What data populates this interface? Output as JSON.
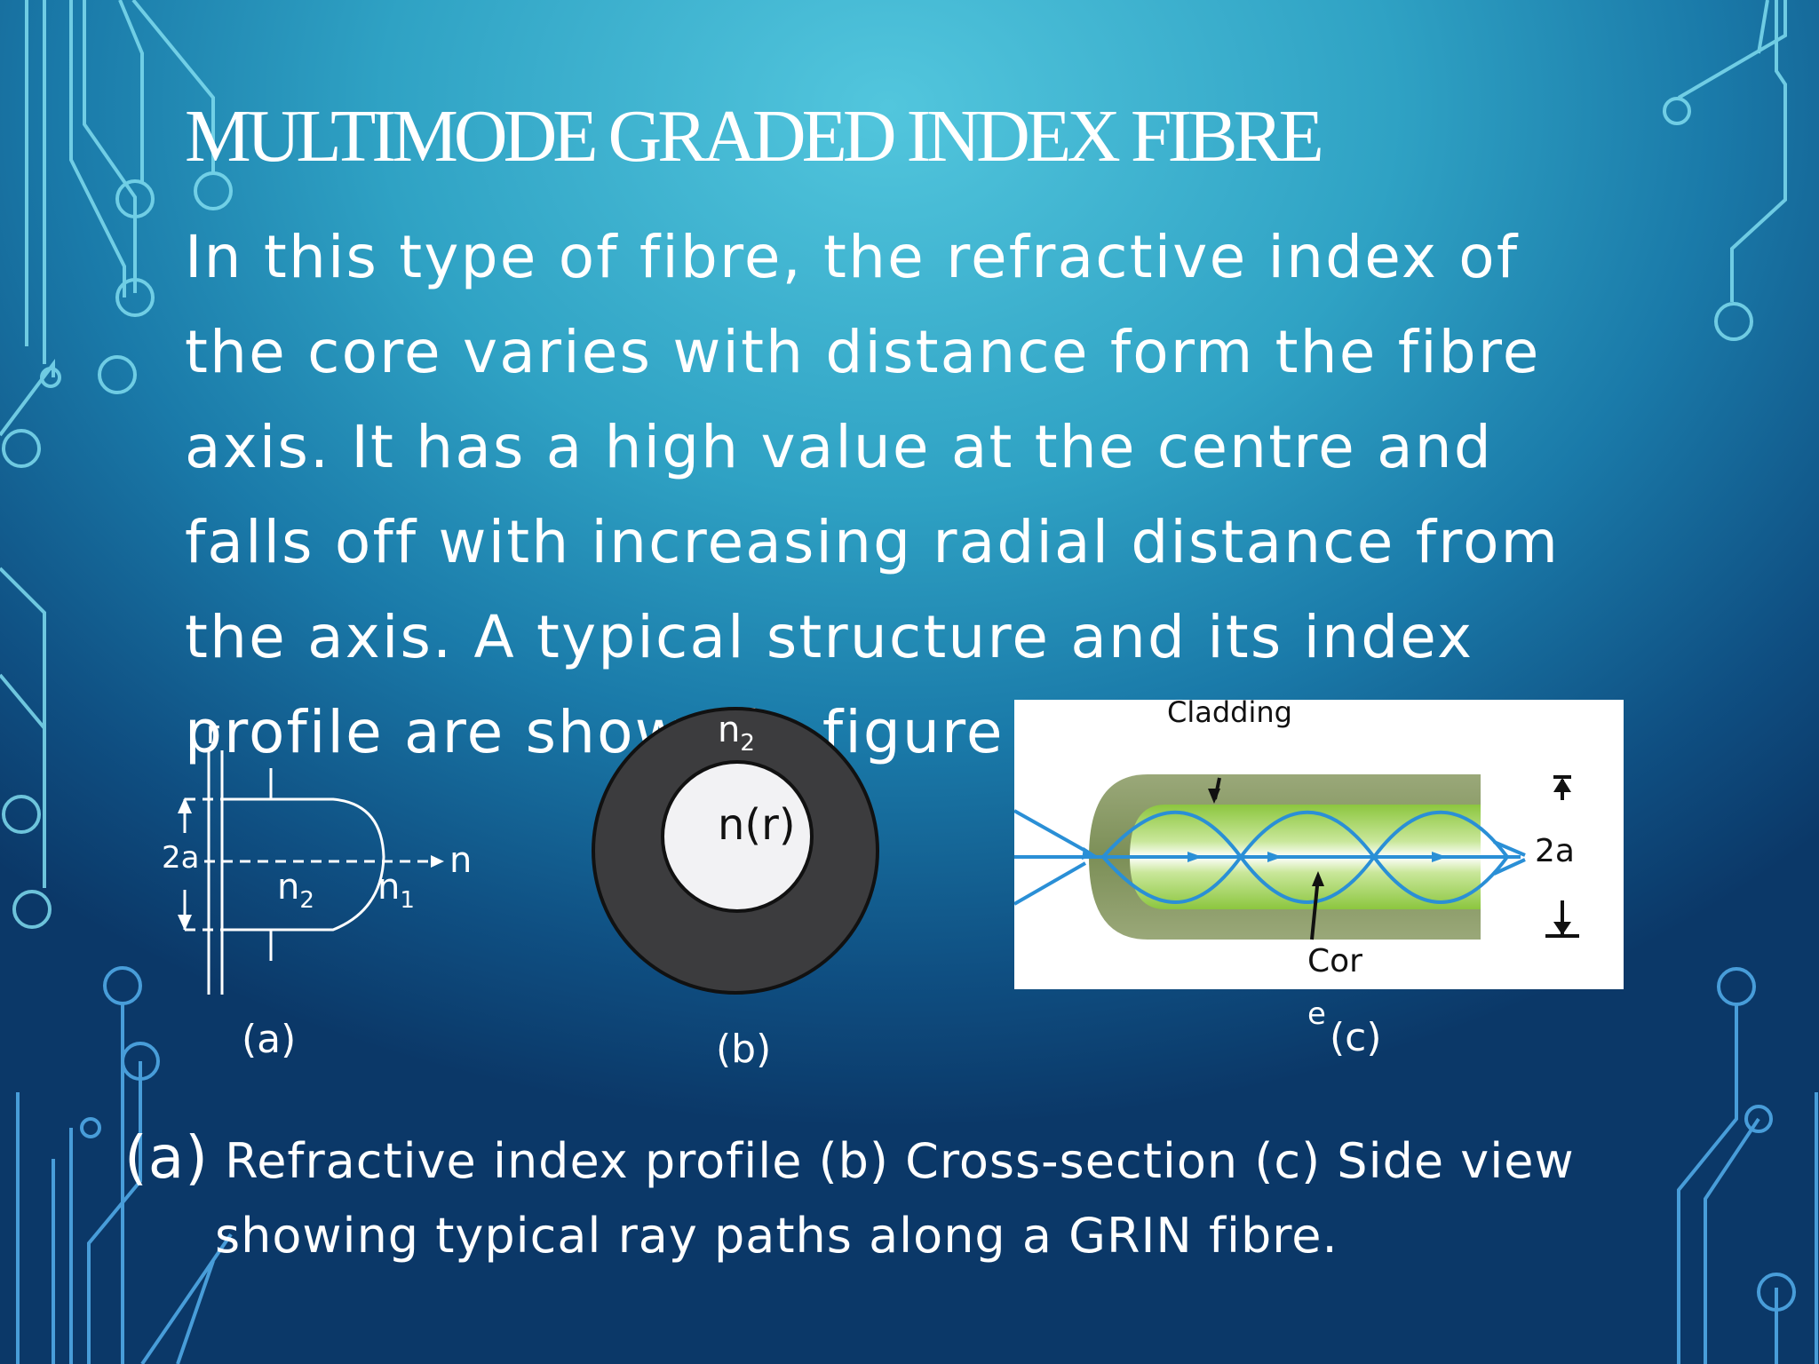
{
  "slide": {
    "title": "MULTIMODE GRADED INDEX FIBRE",
    "body_lines": [
      "In this type of fibre, the refractive index of",
      "the core varies with distance form the fibre",
      "axis. It has a high value at the centre and",
      "falls off with increasing radial distance from",
      "the axis. A typical structure and its index",
      "profile are shown in figure"
    ]
  },
  "figure_a": {
    "label_r": "r",
    "label_2a": "2a",
    "label_n": "n",
    "label_n2": "n",
    "label_n2_sub": "2",
    "label_n1": "n",
    "label_n1_sub": "1",
    "caption": "(a)"
  },
  "figure_b": {
    "label_n2": "n",
    "label_n2_sub": "2",
    "label_nr": "n(r)",
    "caption": "(b)"
  },
  "figure_c": {
    "label_cladding": "Cladding",
    "label_core_1": "Cor",
    "label_core_2": "e",
    "label_2a": "2a",
    "caption": "(c)"
  },
  "caption": {
    "lead": "(a)",
    "line1": " Refractive index profile  (b) Cross-section  (c) Side view",
    "line2": "showing typical ray paths along a GRIN fibre."
  },
  "colors": {
    "background_top": "#52c6dd",
    "background_bottom": "#0b3868",
    "text": "#ffffff",
    "cladding_dark": "#3c3c3e",
    "core_light": "#f2f2f4",
    "fiber_green": "#a4d65a",
    "ray_blue": "#2a8fd6"
  }
}
